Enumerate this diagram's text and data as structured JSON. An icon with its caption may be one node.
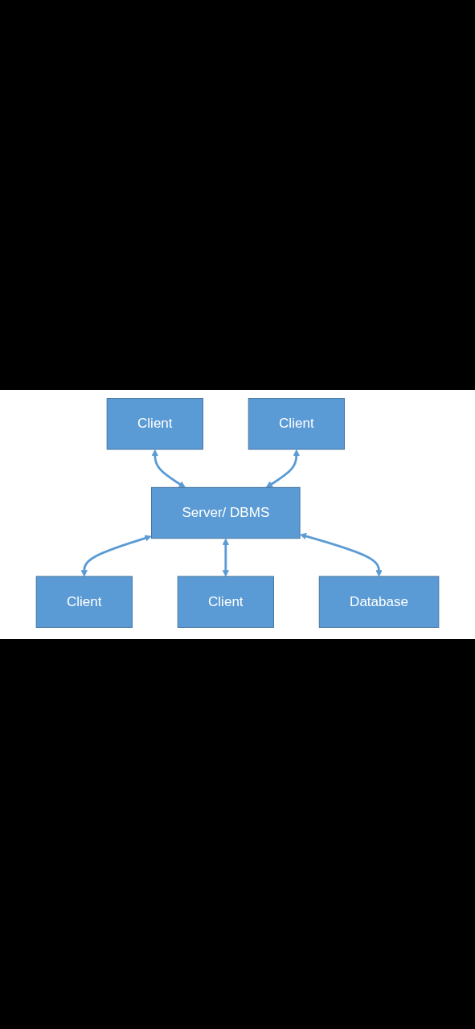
{
  "diagram": {
    "nodes": [
      {
        "text": [
          "Client"
        ]
      },
      {
        "text": [
          "Client"
        ]
      },
      {
        "text": [
          "Server/ DBMS"
        ]
      },
      {
        "text": [
          "Client"
        ]
      },
      {
        "text": [
          "Client"
        ]
      },
      {
        "text": [
          "Database"
        ]
      }
    ],
    "edges": [
      {
        "from": 0,
        "to": 2,
        "arrow": "both"
      },
      {
        "from": 1,
        "to": 2,
        "arrow": "both"
      },
      {
        "from": 2,
        "to": 3,
        "arrow": "both"
      },
      {
        "from": 2,
        "to": 4,
        "arrow": "both"
      },
      {
        "from": 2,
        "to": 5,
        "arrow": "both"
      }
    ]
  }
}
